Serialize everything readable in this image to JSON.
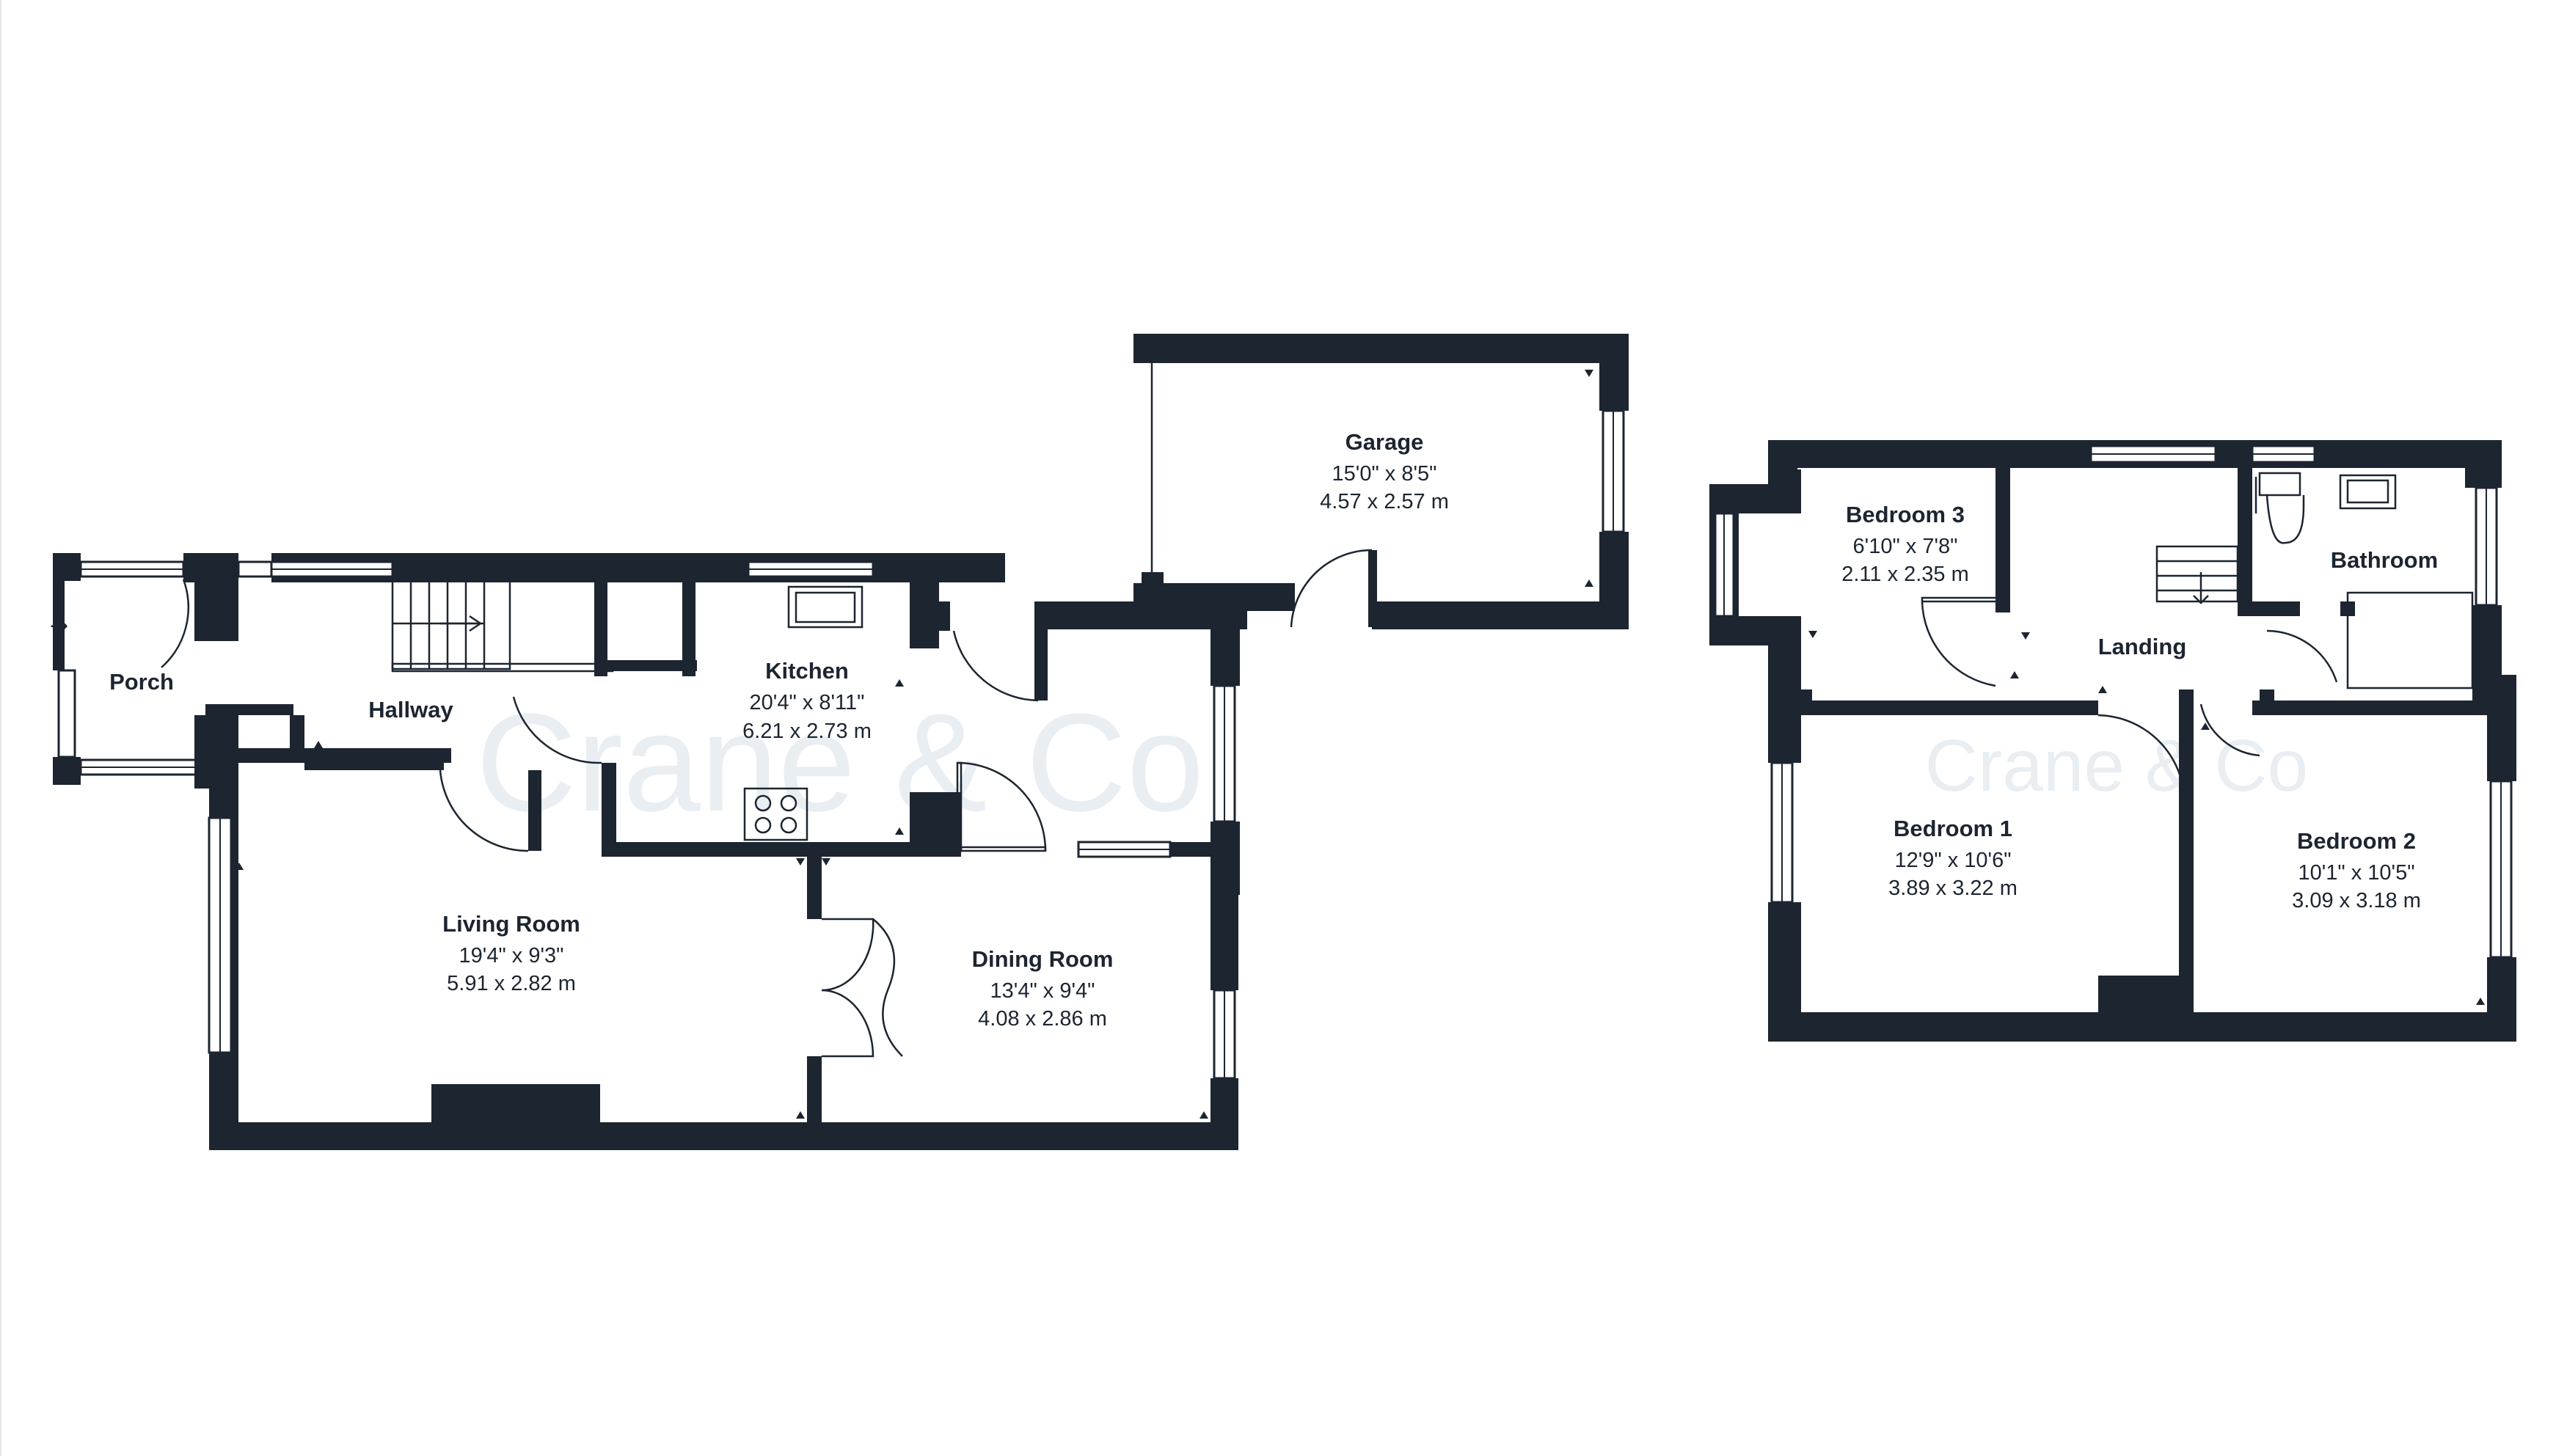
{
  "watermark": "Crane & Co",
  "rooms": {
    "porch": {
      "name": "Porch"
    },
    "hallway": {
      "name": "Hallway"
    },
    "kitchen": {
      "name": "Kitchen",
      "imperial": "20'4\" x 8'11\"",
      "metric": "6.21 x 2.73 m"
    },
    "garage": {
      "name": "Garage",
      "imperial": "15'0\" x 8'5\"",
      "metric": "4.57 x 2.57 m"
    },
    "living_room": {
      "name": "Living Room",
      "imperial": "19'4\" x 9'3\"",
      "metric": "5.91 x 2.82 m"
    },
    "dining_room": {
      "name": "Dining Room",
      "imperial": "13'4\" x 9'4\"",
      "metric": "4.08 x 2.86 m"
    },
    "bedroom_3": {
      "name": "Bedroom 3",
      "imperial": "6'10\" x 7'8\"",
      "metric": "2.11 x 2.35 m"
    },
    "bathroom": {
      "name": "Bathroom"
    },
    "landing": {
      "name": "Landing"
    },
    "bedroom_1": {
      "name": "Bedroom 1",
      "imperial": "12'9\" x 10'6\"",
      "metric": "3.89 x 3.22 m"
    },
    "bedroom_2": {
      "name": "Bedroom 2",
      "imperial": "10'1\" x 10'5\"",
      "metric": "3.09 x 3.18 m"
    }
  }
}
